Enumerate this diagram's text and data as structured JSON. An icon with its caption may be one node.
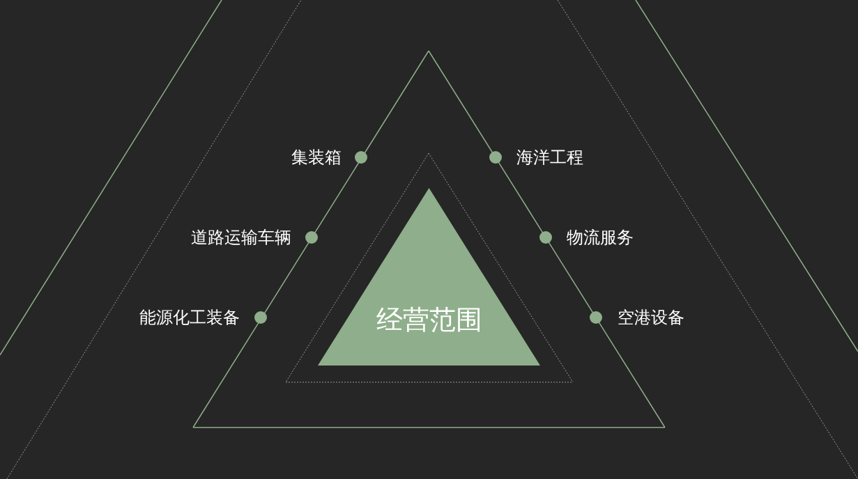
{
  "diagram": {
    "nodes": [
      {
        "text": [
          "经营范围"
        ]
      }
    ],
    "labels": [
      "集装箱",
      "海洋工程",
      "道路运输车辆",
      "物流服务",
      "能源化工装备",
      "空港设备"
    ]
  }
}
